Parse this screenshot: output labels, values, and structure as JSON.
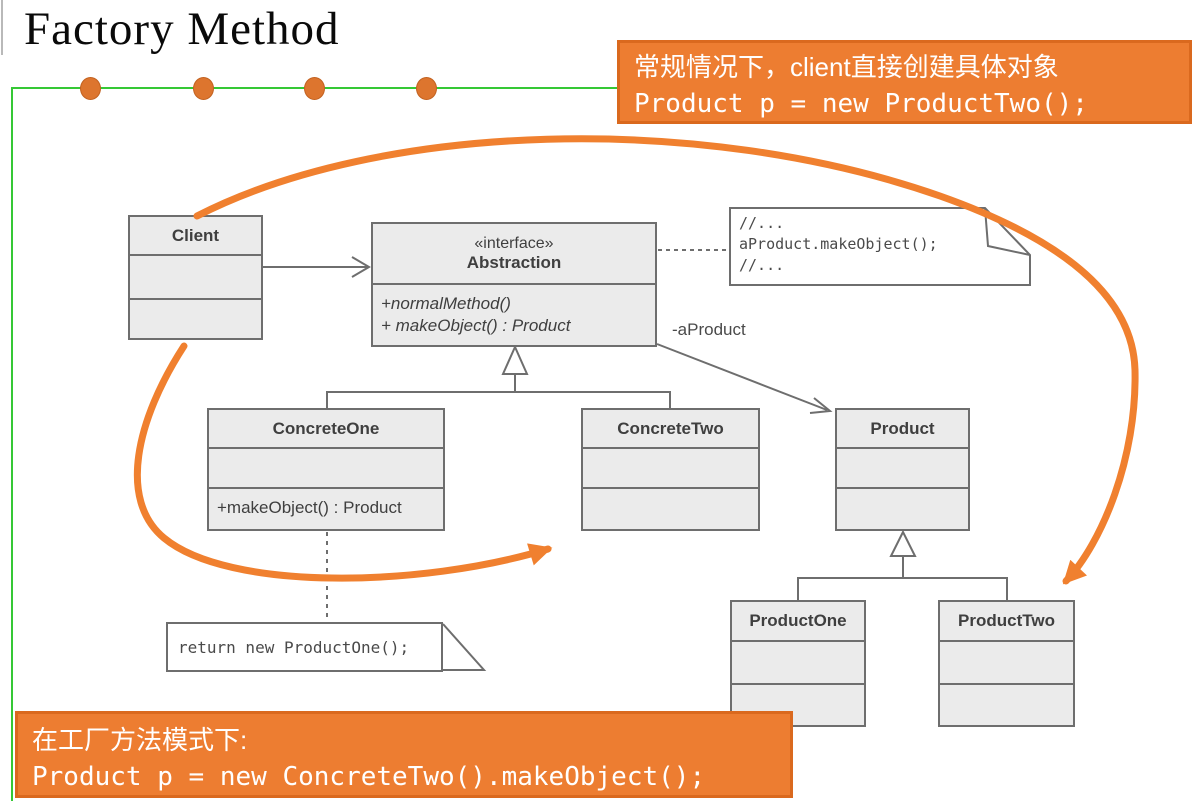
{
  "page": {
    "title": "Factory Method"
  },
  "callouts": {
    "top": {
      "line1": "常规情况下，client直接创建具体对象",
      "line2": "Product p = new ProductTwo();"
    },
    "bottom": {
      "line1": "在工厂方法模式下:",
      "line2": "Product p = new ConcreteTwo().makeObject();"
    }
  },
  "diagram": {
    "classes": [
      {
        "name": "Client",
        "stereotype": "",
        "methods": []
      },
      {
        "name": "Abstraction",
        "stereotype": "«interface»",
        "methods": [
          "+normalMethod()",
          "+ makeObject() : Product"
        ]
      },
      {
        "name": "ConcreteOne",
        "stereotype": "",
        "methods": [
          "+makeObject() : Product"
        ]
      },
      {
        "name": "ConcreteTwo",
        "stereotype": "",
        "methods": []
      },
      {
        "name": "Product",
        "stereotype": "",
        "methods": []
      },
      {
        "name": "ProductOne",
        "stereotype": "",
        "methods": []
      },
      {
        "name": "ProductTwo",
        "stereotype": "",
        "methods": []
      }
    ],
    "labels": {
      "aproduct": "-aProduct"
    },
    "notes": [
      {
        "line1": "//...",
        "line2": "aProduct.makeObject();",
        "line3": "//..."
      },
      {
        "line1": "return new ProductOne();"
      }
    ]
  },
  "colors": {
    "accent_orange": "#ED7D31",
    "arrow_orange": "#F0802F",
    "green_line": "#35C835",
    "box_fill": "#EBEBEB",
    "box_border": "#6E6E6E"
  }
}
